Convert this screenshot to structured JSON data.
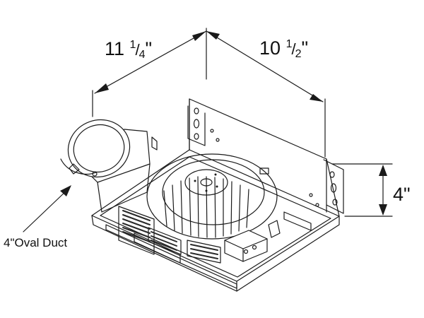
{
  "dimensions": {
    "width": {
      "whole": "11",
      "num": "1",
      "den": "4",
      "unit": "\""
    },
    "depth": {
      "whole": "10",
      "num": "1",
      "den": "2",
      "unit": "\""
    },
    "height": {
      "text": "4\""
    }
  },
  "callouts": {
    "duct": "4\"Oval Duct"
  },
  "colors": {
    "line": "#1a1a1a",
    "label_blocks": "#2a2a2a"
  }
}
